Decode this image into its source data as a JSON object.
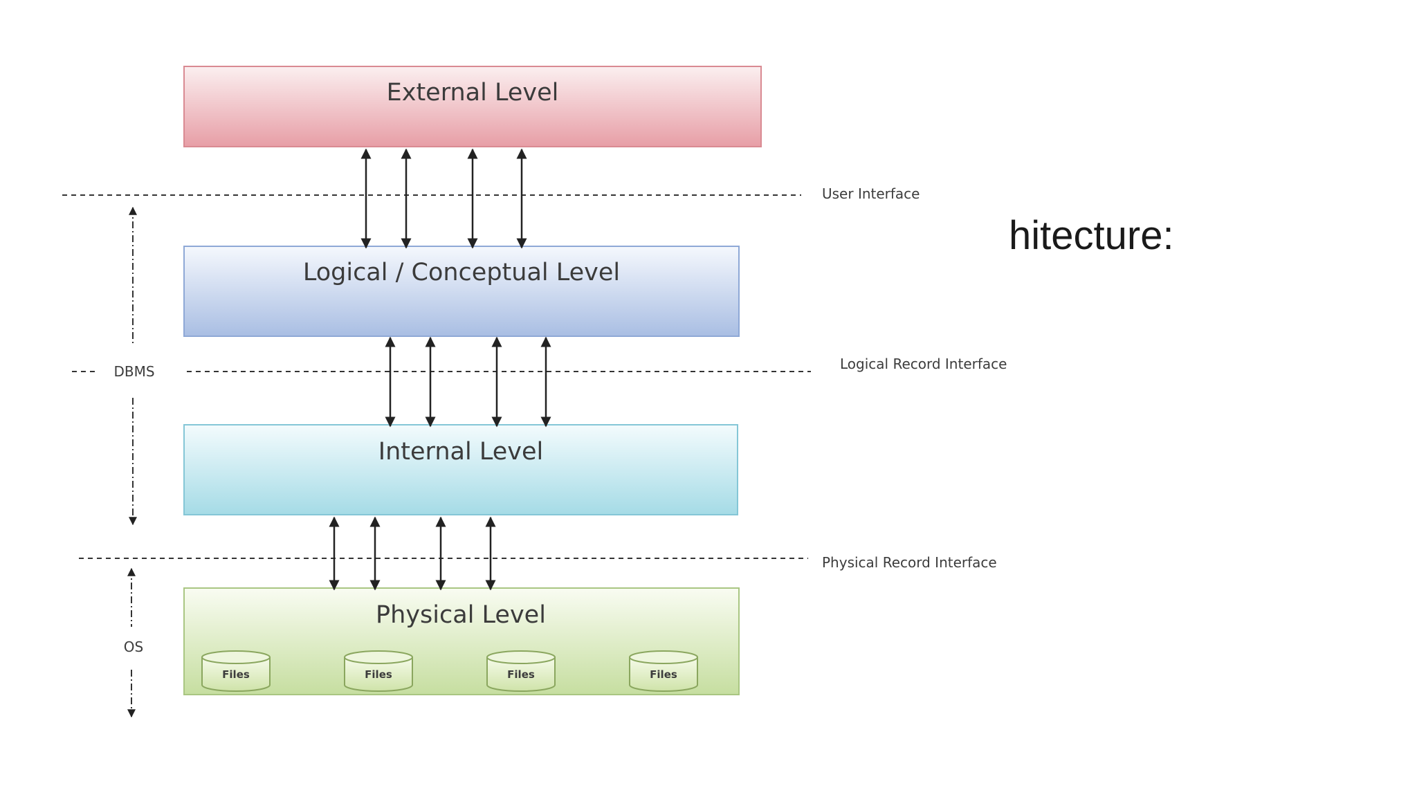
{
  "slide": {
    "title_fragment": "hitecture:"
  },
  "levels": {
    "external": "External Level",
    "logical": "Logical / Conceptual Level",
    "internal": "Internal Level",
    "physical": "Physical Level"
  },
  "interfaces": {
    "user": "User Interface",
    "logical_record": "Logical Record Interface",
    "physical_record": "Physical Record Interface"
  },
  "scopes": {
    "dbms": "DBMS",
    "os": "OS"
  },
  "files": [
    "Files",
    "Files",
    "Files",
    "Files"
  ],
  "colors": {
    "external_top": "#fbeff0",
    "external_bottom": "#e79ea6",
    "logical_top": "#f5f8fd",
    "logical_bottom": "#a9bee3",
    "internal_top": "#f3fbfd",
    "internal_bottom": "#a5dbe6",
    "physical_top": "#f9fcf2",
    "physical_bottom": "#c6dea0"
  }
}
